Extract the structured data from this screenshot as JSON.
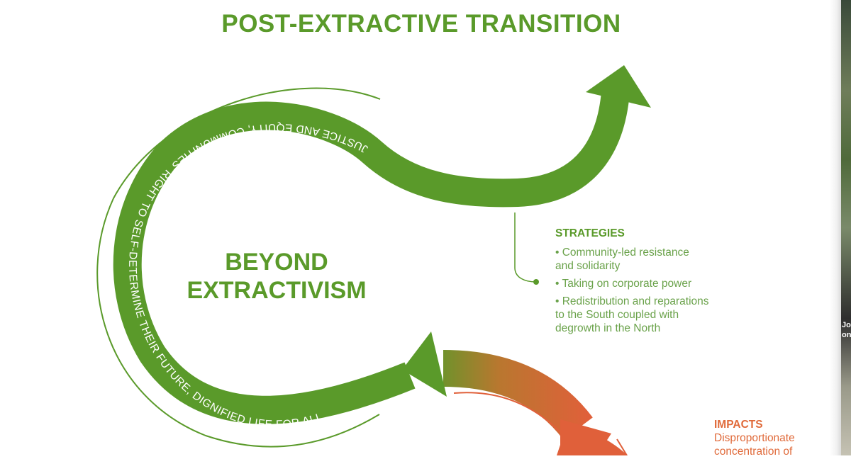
{
  "title": "POST-EXTRACTIVE TRANSITION",
  "center_label": {
    "line1": "BEYOND",
    "line2": "EXTRACTIVISM"
  },
  "arc_text": "JUSTICE AND EQUITY, COMMUNITIES' RIGHT TO SELF-DETERMINE THEIR FUTURE, DIGNIFIED LIFE FOR ALL",
  "strategies": {
    "heading": "STRATEGIES",
    "items": [
      {
        "line1": "• Community-led resistance",
        "line2": "and solidarity"
      },
      {
        "line1": "• Taking on corporate power"
      },
      {
        "line1": "• Redistribution and reparations",
        "line2": "to the South coupled with",
        "line3": "degrowth in the North"
      }
    ]
  },
  "impacts": {
    "heading": "IMPACTS",
    "line1": "Disproportionate",
    "line2": "concentration of"
  },
  "photo_text": {
    "line1": "Jo",
    "line2": "on."
  },
  "colors": {
    "green": "#5a9a2a",
    "orange": "#e06a3a",
    "text_green": "#6aa24a"
  }
}
